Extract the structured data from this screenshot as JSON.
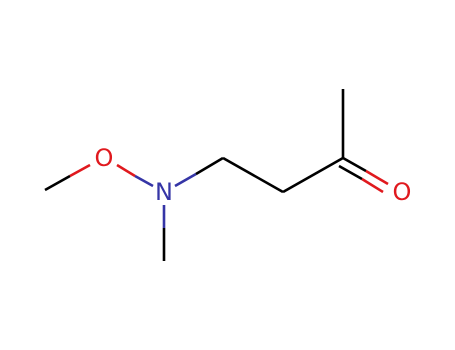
{
  "molecule": {
    "atoms": {
      "oxygen_ether": {
        "symbol": "O",
        "color": "#e0191e"
      },
      "nitrogen": {
        "symbol": "N",
        "color": "#3535a6"
      },
      "oxygen_carbonyl": {
        "symbol": "O",
        "color": "#e0191e"
      }
    },
    "bond_color": "#000000"
  }
}
